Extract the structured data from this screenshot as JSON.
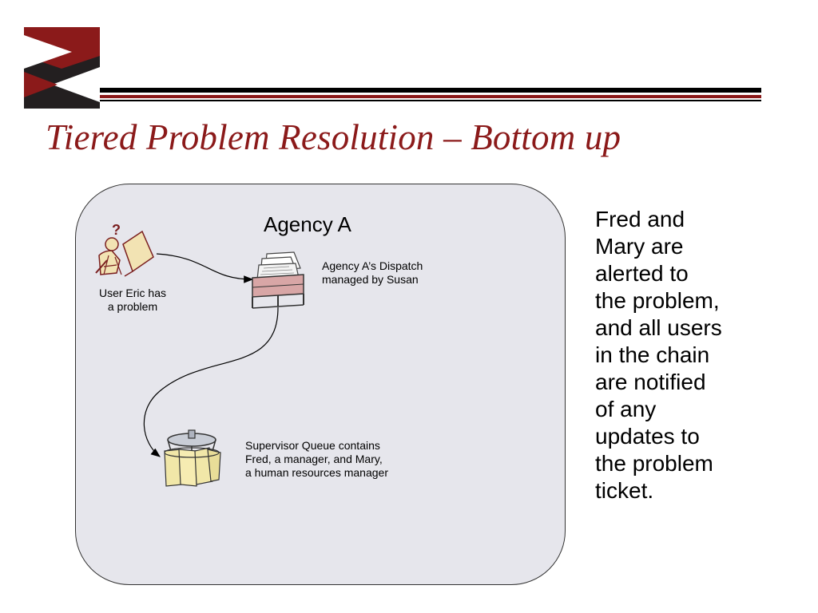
{
  "slide": {
    "title": "Tiered Problem Resolution – Bottom up",
    "agency_label": "Agency A",
    "user_caption_lines": [
      "User Eric has",
      "a problem"
    ],
    "dispatch_caption_lines": [
      "Agency A’s Dispatch",
      "managed by Susan"
    ],
    "queue_caption_lines": [
      "Supervisor Queue contains",
      "Fred, a manager, and Mary,",
      "a human resources manager"
    ],
    "side_text_lines": [
      "Fred and",
      "Mary are",
      "alerted  to",
      "the problem,",
      "and all users",
      "in the chain",
      "are notified",
      "of any",
      "updates to",
      "the problem",
      "ticket."
    ]
  },
  "icons": {
    "logo": "chevron-logo-icon",
    "user": "confused-user-icon",
    "dispatch": "paper-inbox-tray-icon",
    "queue": "file-carousel-icon"
  },
  "colors": {
    "title": "#8b1a1a",
    "logo_red": "#8b1a1a",
    "logo_dark": "#231f20",
    "panel_fill": "#e6e6ec"
  }
}
